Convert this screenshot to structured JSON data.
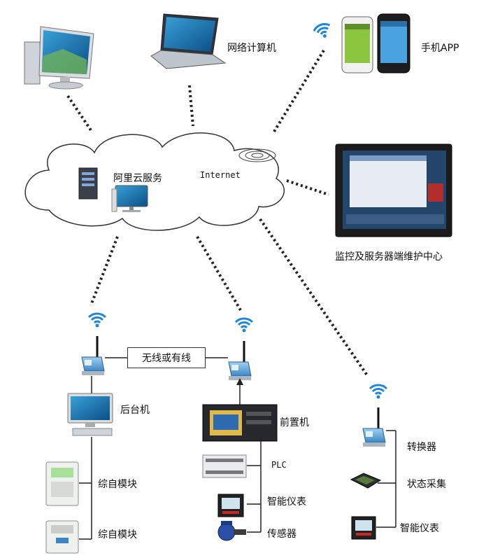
{
  "cloud": {
    "service_label": "阿里云服务",
    "internet_label": "Internet"
  },
  "top_nodes": {
    "desktop": {
      "icon": "desktop-computer-icon"
    },
    "laptop": {
      "label": "网络计算机",
      "icon": "laptop-icon"
    },
    "mobile": {
      "label": "手机APP",
      "icon": "smartphone-icon"
    },
    "monitor_center": {
      "label": "监控及服务器端维护中心",
      "icon": "display-panel-icon"
    }
  },
  "link_box": {
    "label": "无线或有线"
  },
  "left_branch": {
    "host_label": "后台机",
    "modules": [
      "综自模块",
      "综自模块"
    ]
  },
  "middle_branch": {
    "host_label": "前置机",
    "devices": [
      "PLC",
      "智能仪表",
      "传感器"
    ]
  },
  "right_branch": {
    "converter_label": "转换器",
    "devices": [
      "状态采集",
      "智能仪表"
    ]
  },
  "colors": {
    "wifi": "#1e88d8",
    "connector": "#222222",
    "modem_body": "#6fb0e0"
  }
}
